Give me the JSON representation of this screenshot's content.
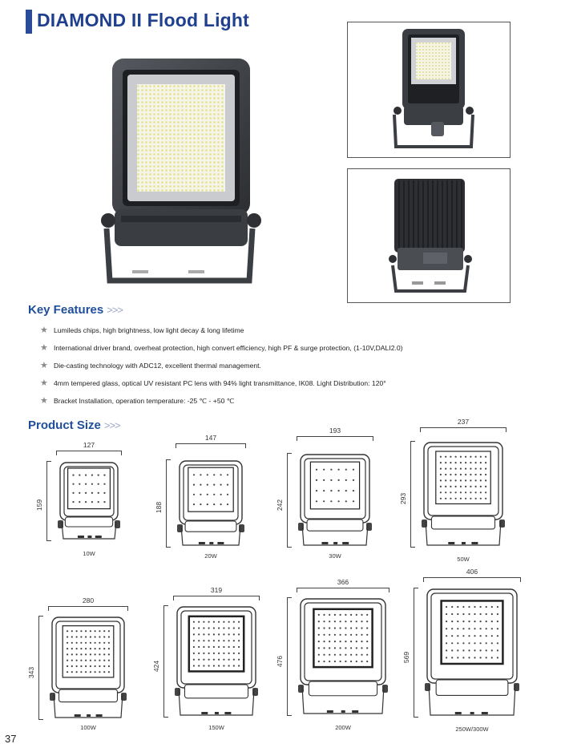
{
  "header": {
    "title": "DIAMOND II Flood Light"
  },
  "key_features": {
    "heading": "Key Features",
    "chevrons": ">>>",
    "items": [
      "Lumileds chips, high brightness, low light decay & long lifetime",
      "International driver brand, overheat protection, high convert efficiency, high PF & surge protection, (1-10V,DALI2.0)",
      "Die-casting technology with ADC12, excellent thermal management.",
      "4mm tempered glass, optical UV resistant PC lens with 94% light transmittance, IK08. Light Distribution: 120°",
      "Bracket Installation, operation temperature: -25 ℃ - +50 ℃"
    ]
  },
  "product_size": {
    "heading": "Product Size",
    "chevrons": ">>>",
    "models": [
      {
        "watt": "10W",
        "width": "127",
        "height": "159"
      },
      {
        "watt": "20W",
        "width": "147",
        "height": "188"
      },
      {
        "watt": "30W",
        "width": "193",
        "height": "242"
      },
      {
        "watt": "50W",
        "width": "237",
        "height": "293"
      },
      {
        "watt": "100W",
        "width": "280",
        "height": "343"
      },
      {
        "watt": "150W",
        "width": "319",
        "height": "424"
      },
      {
        "watt": "200W",
        "width": "366",
        "height": "476"
      },
      {
        "watt": "250W/300W",
        "width": "406",
        "height": "569"
      }
    ]
  },
  "footer": {
    "page_number": "37"
  },
  "colors": {
    "accent": "#1f4e9a",
    "title": "#1f3f8f",
    "housing": "#3a3d42"
  }
}
